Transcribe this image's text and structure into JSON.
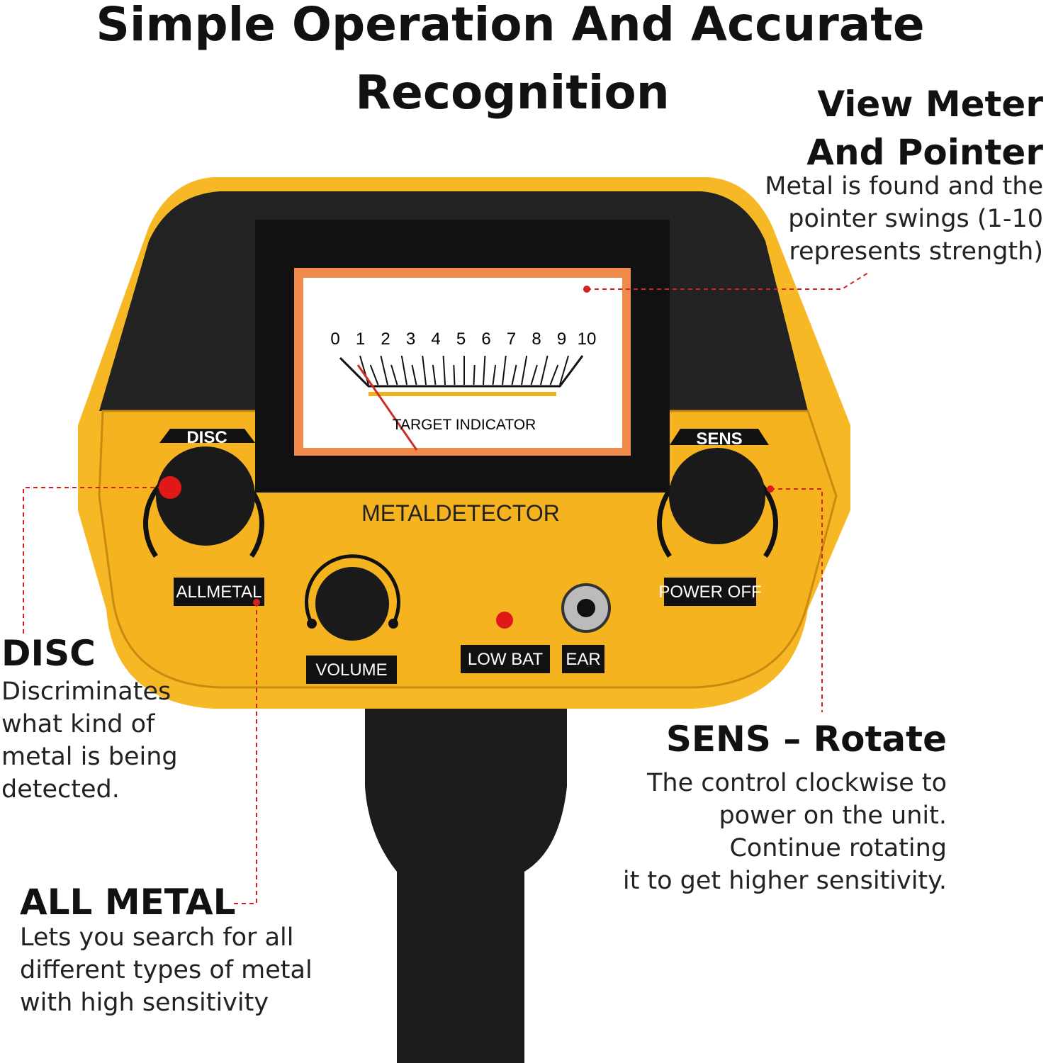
{
  "title": {
    "line1": "Simple Operation And Accurate",
    "line2": "Recognition"
  },
  "callouts": {
    "meter": {
      "heading1": "View Meter",
      "heading2": "And Pointer",
      "desc": [
        "Metal is found and the",
        "pointer swings (1-10",
        "represents strength)"
      ]
    },
    "disc": {
      "heading": "DISC",
      "desc": [
        "Discriminates",
        "what kind of",
        "metal is being",
        "detected."
      ]
    },
    "allmetal": {
      "heading": "ALL METAL",
      "desc": [
        "Lets you search for all",
        "different types of metal",
        "with high sensitivity"
      ]
    },
    "sens": {
      "heading": "SENS – Rotate",
      "desc": [
        "The control clockwise to",
        "power on the unit.",
        "Continue rotating",
        "it to get higher sensitivity."
      ]
    }
  },
  "device": {
    "meter_scale": [
      "0",
      "1",
      "2",
      "3",
      "4",
      "5",
      "6",
      "7",
      "8",
      "9",
      "10"
    ],
    "meter_label": "TARGET INDICATOR",
    "meter_reading": 1,
    "brand": "METALDETECTOR",
    "disc_label": "DISC",
    "sens_label": "SENS",
    "allmetal_label": "ALLMETAL",
    "poweroff_label": "POWER OFF",
    "volume_label": "VOLUME",
    "lowbat_label": "LOW BAT",
    "ear_label": "EAR"
  },
  "colors": {
    "body": "#f7b826",
    "dark": "#1c1c1c",
    "callout": "#d42020",
    "meter_bezel": "#f08a4b"
  }
}
